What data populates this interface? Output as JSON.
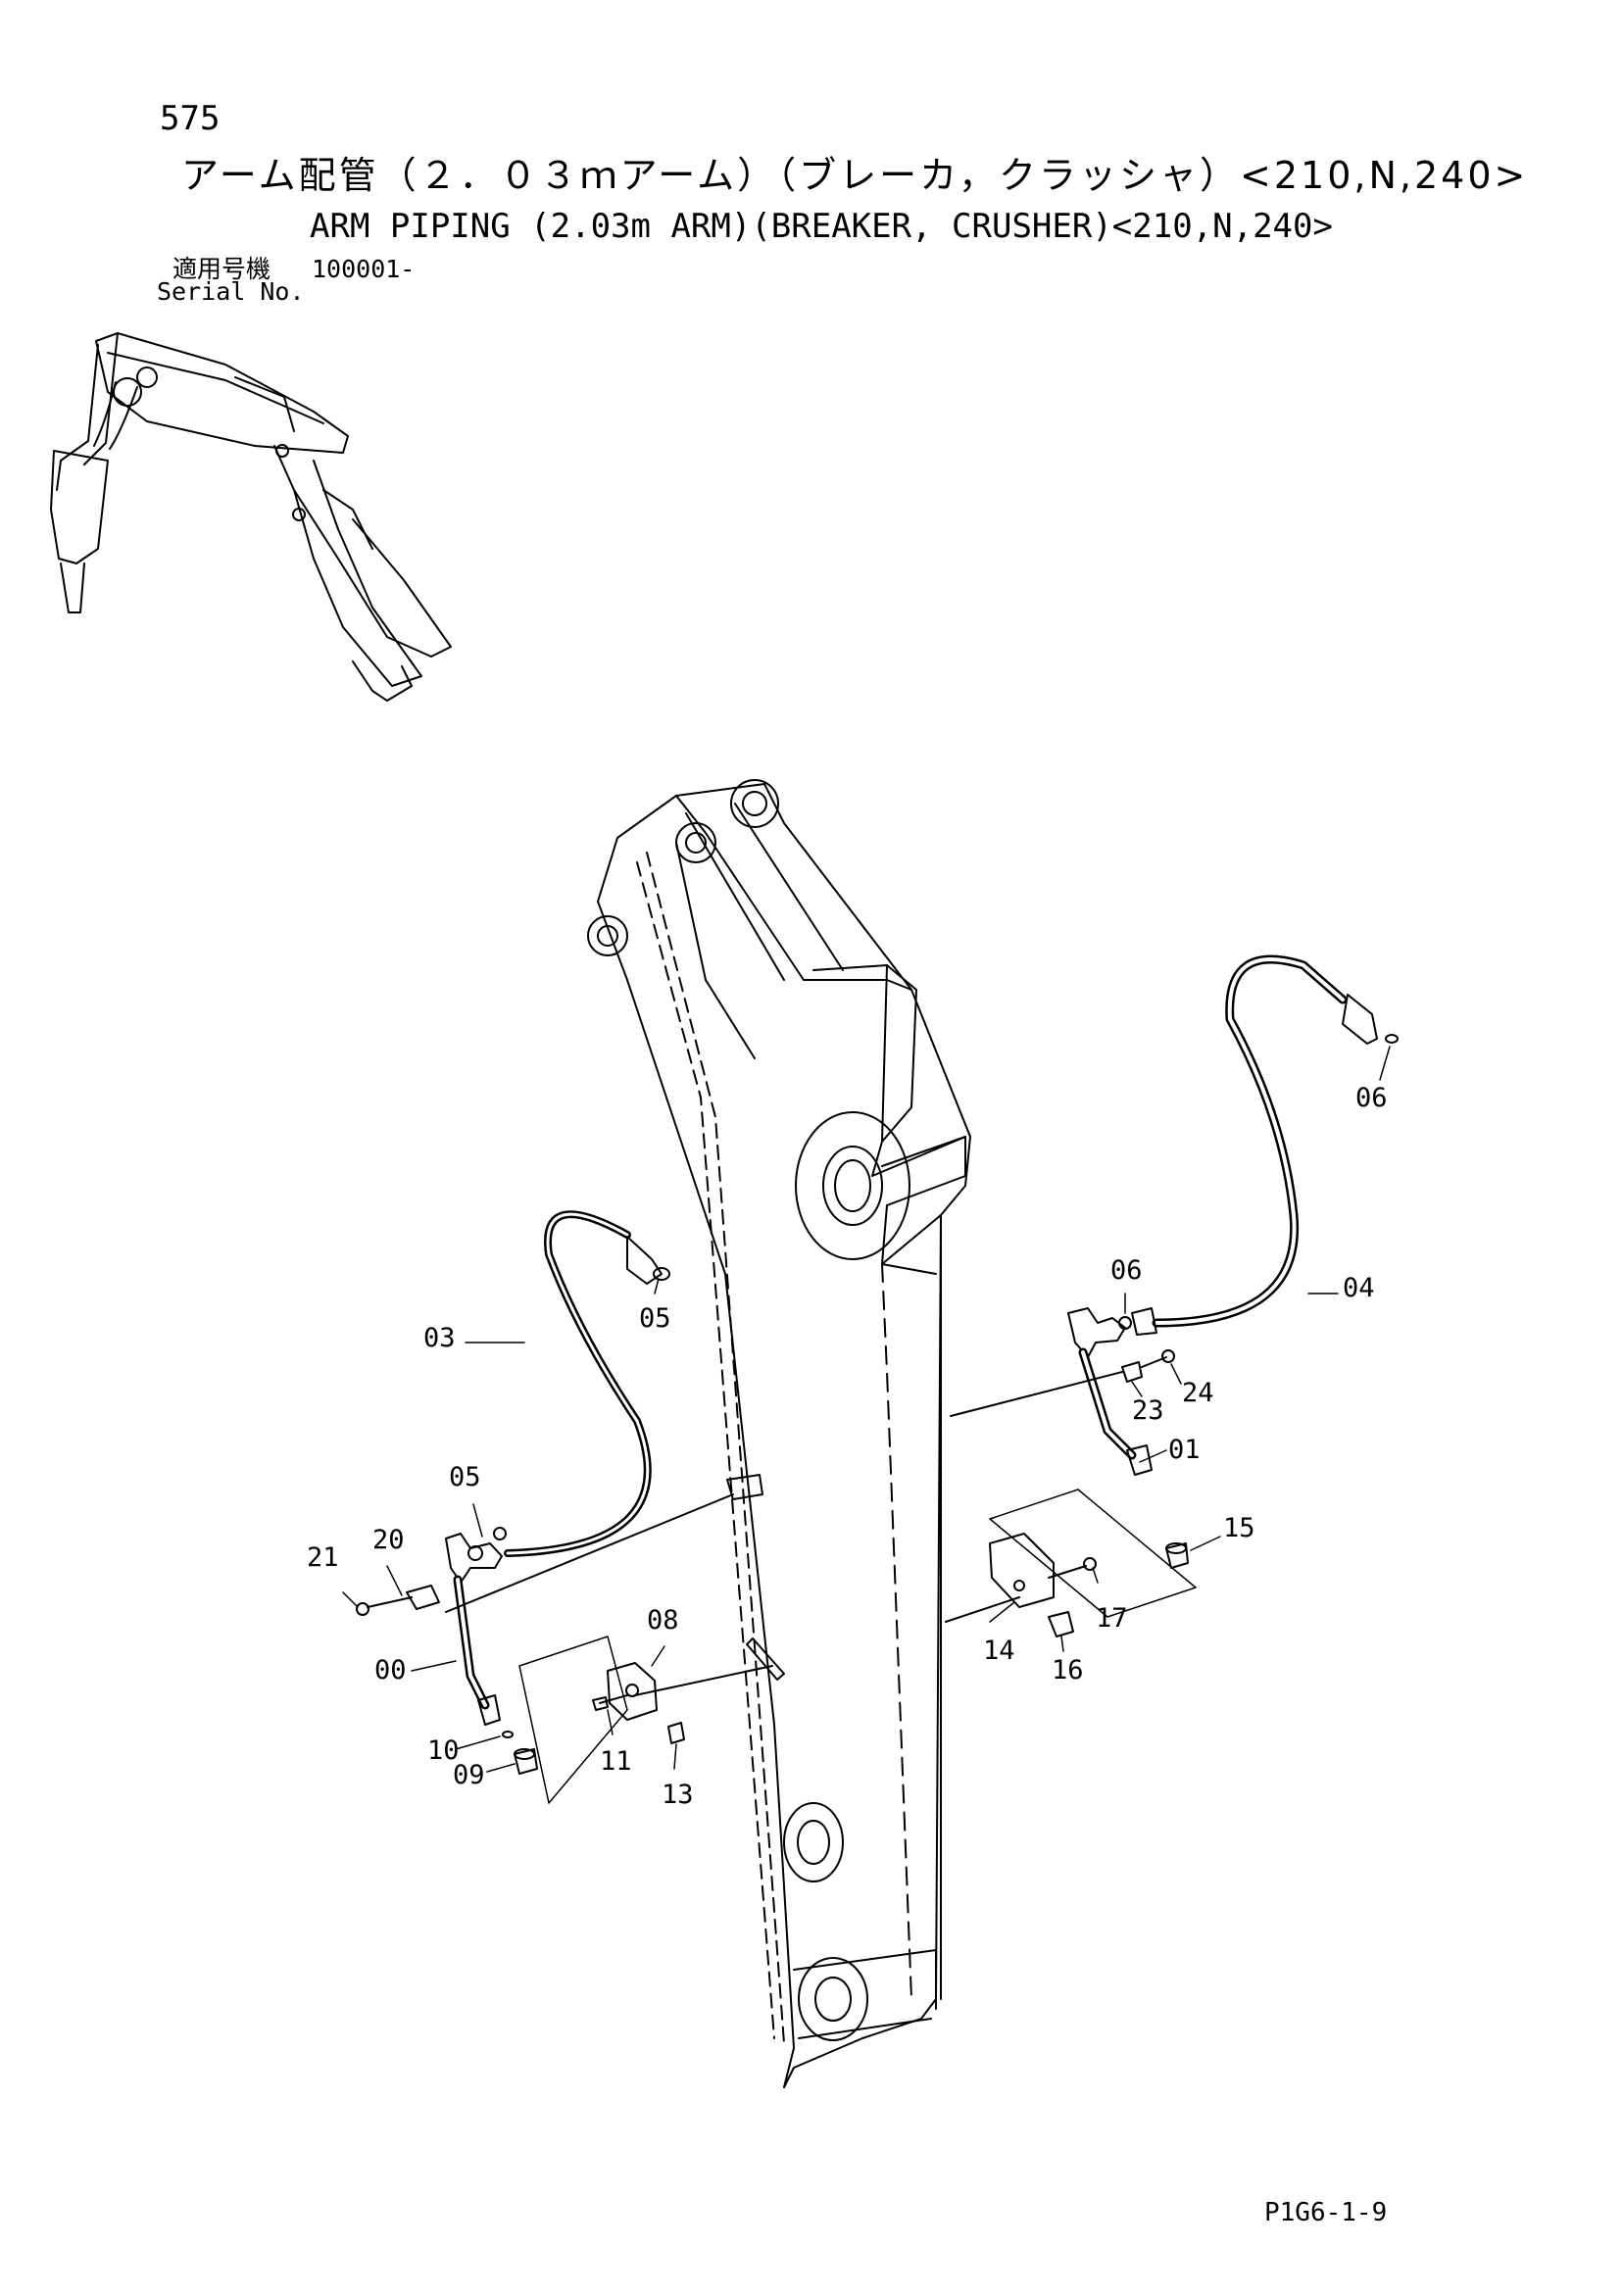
{
  "page_number": "575",
  "title_jp": "アーム配管（２．０３ｍアーム）（ブレーカ，クラッシャ）<210,N,240>",
  "title_en": "ARM PIPING (2.03m ARM)(BREAKER, CRUSHER)<210,N,240>",
  "serial": {
    "label_jp": "適用号機",
    "label_en": "Serial No.",
    "value": "100001-"
  },
  "drawing_code": "P1G6-1-9",
  "callouts": {
    "c00": "00",
    "c01": "01",
    "c03": "03",
    "c04": "04",
    "c05a": "05",
    "c05b": "05",
    "c06a": "06",
    "c06b": "06",
    "c08": "08",
    "c09": "09",
    "c10": "10",
    "c11": "11",
    "c13": "13",
    "c14": "14",
    "c15": "15",
    "c16": "16",
    "c17": "17",
    "c20": "20",
    "c21": "21",
    "c23": "23",
    "c24": "24"
  }
}
